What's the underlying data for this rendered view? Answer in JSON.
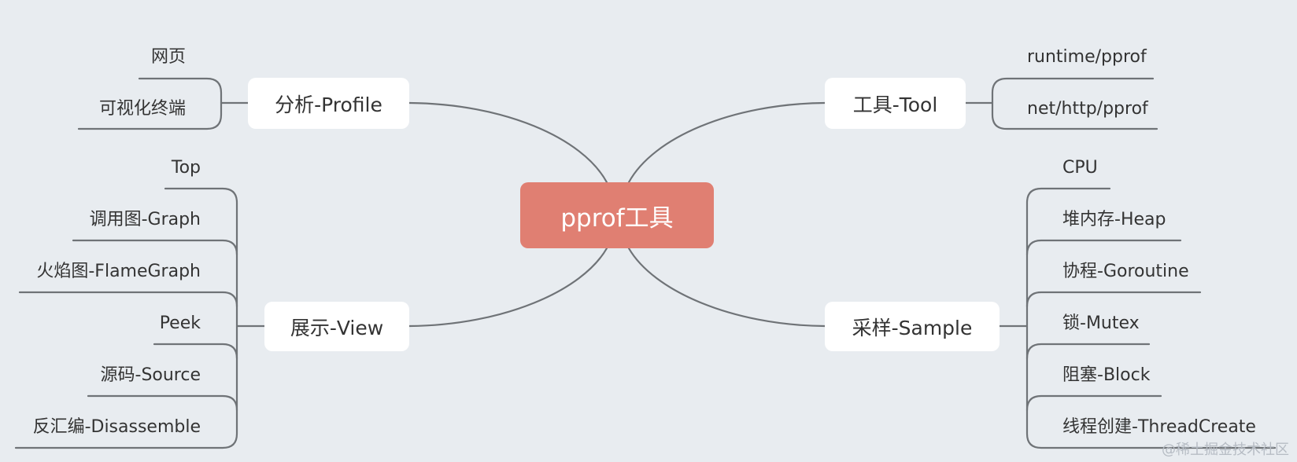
{
  "root": {
    "label": "pprof工具"
  },
  "branches": {
    "profile": {
      "label": "分析-Profile",
      "leaves": [
        "网页",
        "可视化终端"
      ]
    },
    "view": {
      "label": "展示-View",
      "leaves": [
        "Top",
        "调用图-Graph",
        "火焰图-FlameGraph",
        "Peek",
        "源码-Source",
        "反汇编-Disassemble"
      ]
    },
    "tool": {
      "label": "工具-Tool",
      "leaves": [
        "runtime/pprof",
        "net/http/pprof"
      ]
    },
    "sample": {
      "label": "采样-Sample",
      "leaves": [
        "CPU",
        "堆内存-Heap",
        "协程-Goroutine",
        "锁-Mutex",
        "阻塞-Block",
        "线程创建-ThreadCreate"
      ]
    }
  },
  "watermark": "@稀土掘金技术社区",
  "colors": {
    "background": "#e8ecf0",
    "root": "#e07f72",
    "line": "#6f7377",
    "text": "#333333"
  }
}
